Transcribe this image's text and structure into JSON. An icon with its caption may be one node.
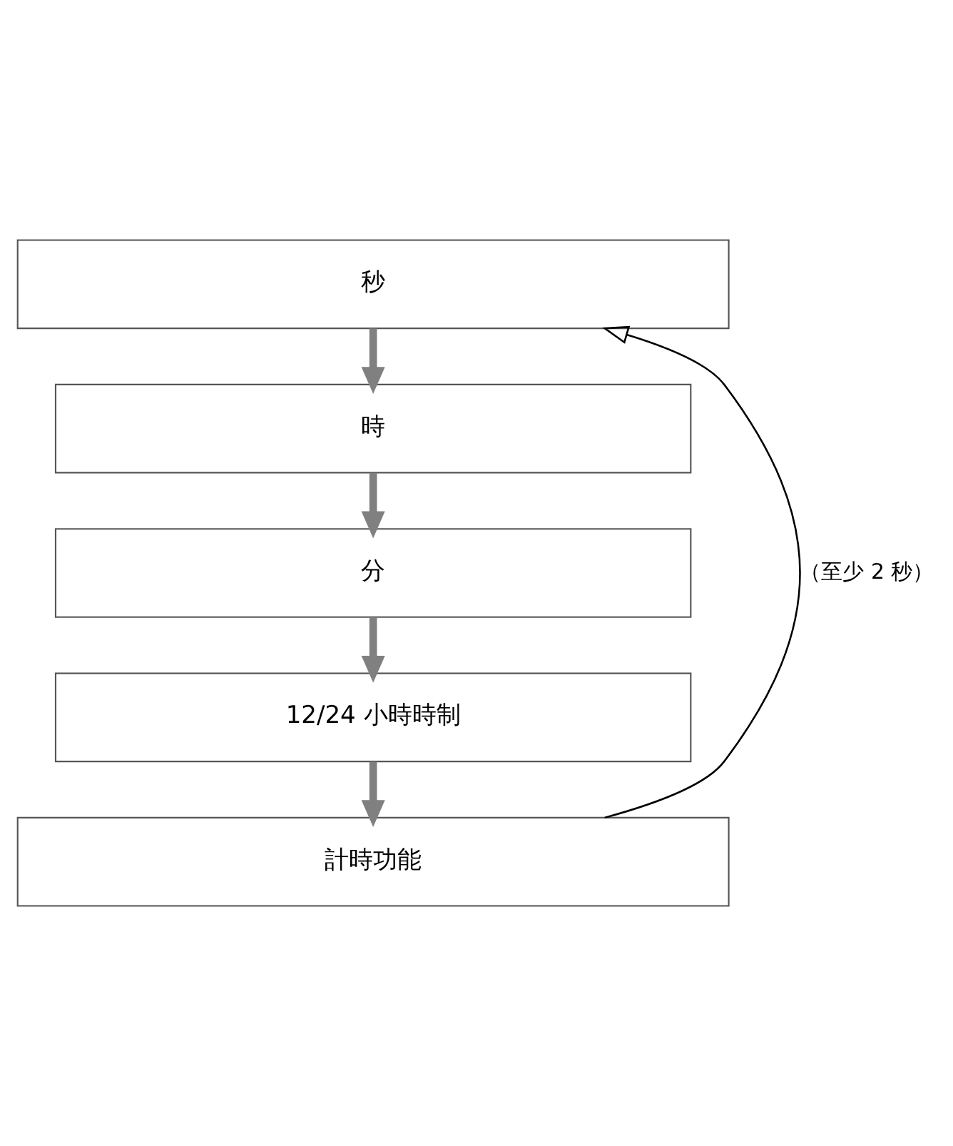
{
  "diagram": {
    "nodes": [
      {
        "text": [
          "秒"
        ]
      },
      {
        "text": [
          "時"
        ]
      },
      {
        "text": [
          "分"
        ]
      },
      {
        "text": [
          "12/24 小時時制"
        ]
      },
      {
        "text": [
          "計時功能"
        ]
      }
    ],
    "edges": [
      {
        "from": 0,
        "to": 1,
        "arrow": "to",
        "color": "#808080"
      },
      {
        "from": 1,
        "to": 2,
        "arrow": "to",
        "color": "#808080"
      },
      {
        "from": 2,
        "to": 3,
        "arrow": "to",
        "color": "#808080"
      },
      {
        "from": 3,
        "to": 4,
        "arrow": "to",
        "color": "#808080"
      },
      {
        "from": 4,
        "to": 0,
        "arrow": "to",
        "label": "（至少 2 秒）",
        "color": "#000000"
      }
    ]
  }
}
